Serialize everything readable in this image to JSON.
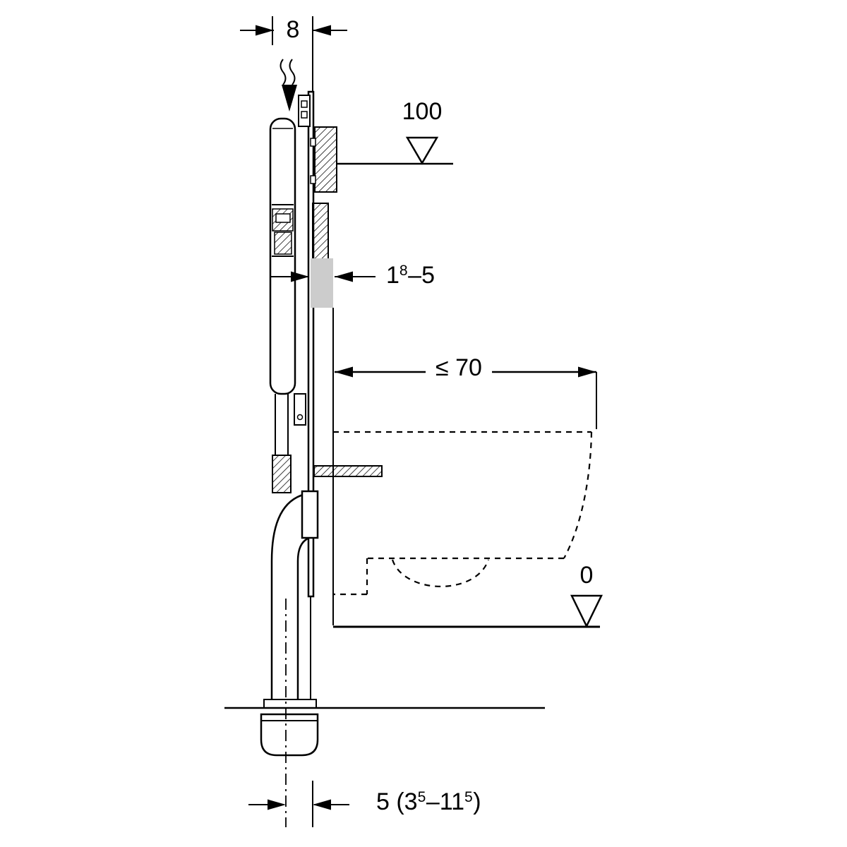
{
  "labels": {
    "dim_frame_depth": "8",
    "level_top": "100",
    "wall_thickness": {
      "p1": "1",
      "sup": "8",
      "p2": "–5"
    },
    "dim_depth_max": "≤ 70",
    "level_floor": "0",
    "dim_outlet": {
      "p1": "5 (3",
      "s1": "5",
      "p2": "–11",
      "s2": "5",
      "p3": ")"
    }
  },
  "colors": {
    "line": "#000000",
    "wall_finish_fill": "#cccccc",
    "background": "#ffffff"
  }
}
